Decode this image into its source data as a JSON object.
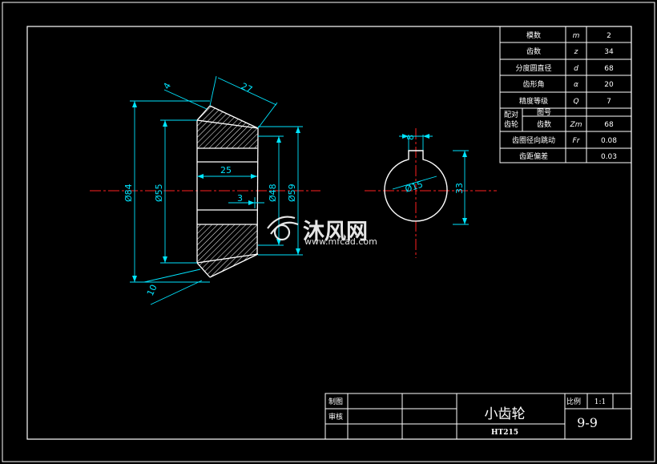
{
  "params_table": {
    "rows": [
      {
        "label": "模数",
        "symbol": "m",
        "value": "2"
      },
      {
        "label": "齿数",
        "symbol": "z",
        "value": "34"
      },
      {
        "label": "分度圆直径",
        "symbol": "d",
        "value": "68"
      },
      {
        "label": "齿形角",
        "symbol": "α",
        "value": "20"
      },
      {
        "label": "精度等级",
        "symbol": "Q",
        "value": "7"
      }
    ],
    "mating_label_1": "配对",
    "mating_label_2": "齿轮",
    "mating_rows": [
      {
        "label": "图号",
        "symbol": "",
        "value": ""
      },
      {
        "label": "齿数",
        "symbol": "Zm",
        "value": "68"
      }
    ],
    "tail_rows": [
      {
        "label": "齿圈径向跳动",
        "symbol": "Fr",
        "value": "0.08"
      },
      {
        "label": "齿距偏差",
        "symbol": "",
        "value": "0.03"
      }
    ]
  },
  "dimensions": {
    "d_outer": "Ø84",
    "d_55": "Ø55",
    "d_48": "Ø48",
    "d_59": "Ø59",
    "len_27": "27",
    "len_4": "4",
    "len_25": "25",
    "len_3": "3",
    "len_10": "10",
    "key_width": "8",
    "bore": "Ø15",
    "key_depth": "33"
  },
  "title_block": {
    "drawn_label": "制图",
    "checked_label": "审核",
    "part_name": "小齿轮",
    "material": "HT215",
    "scale_label": "比例",
    "scale_value": "1:1",
    "drawing_no": "9-9"
  },
  "watermark": {
    "brand": "沐风网",
    "url": "www.mfcad.com"
  },
  "colors": {
    "background": "#000000",
    "border": "#ffffff",
    "outline": "#ffffff",
    "dimension": "#00e5ff",
    "centerline": "#ff2020"
  }
}
